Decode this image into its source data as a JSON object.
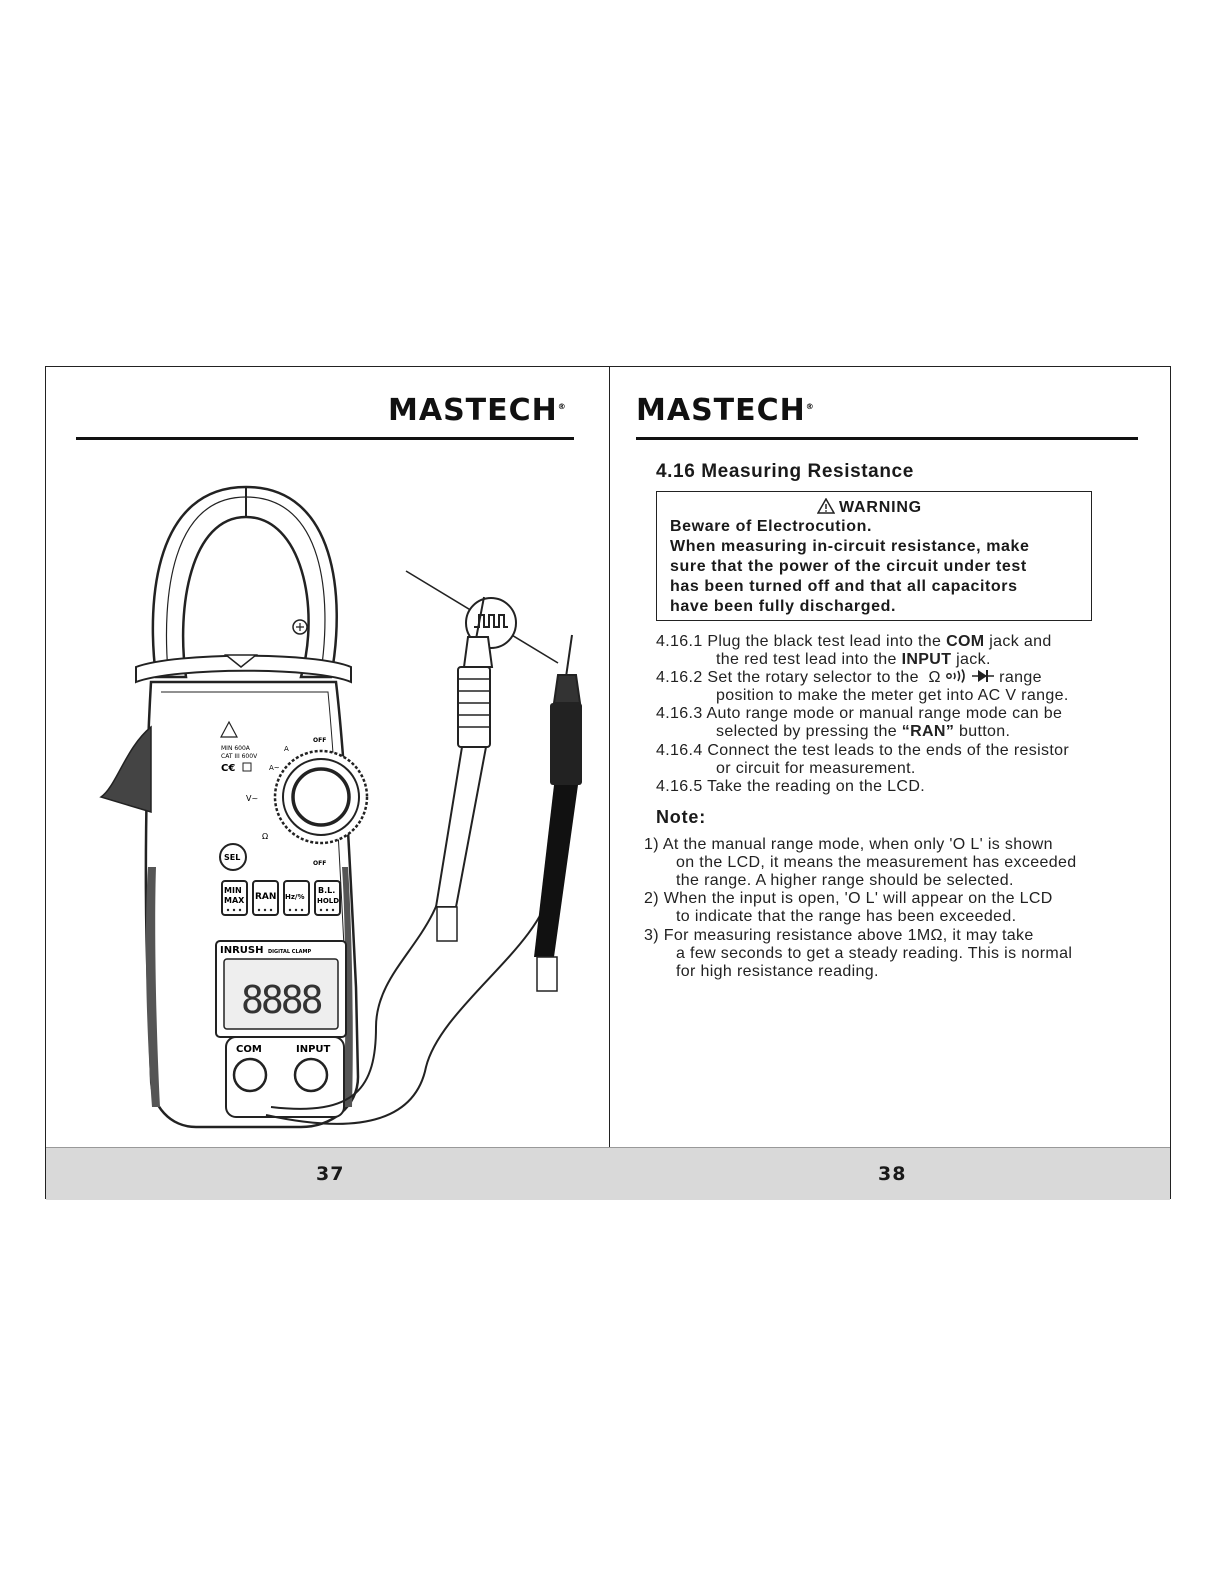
{
  "brand": {
    "name": "MASTECH",
    "mark": "®"
  },
  "left_page": {
    "number": "37",
    "meter": {
      "warn_lines": [
        "MIN 600A",
        "CAT III 600V"
      ],
      "dial": {
        "off_top": "OFF",
        "off_bottom": "OFF",
        "a_dc": "A",
        "a_ac": "A~",
        "v": "V~",
        "ohm": "Ω"
      },
      "sel_button": "SEL",
      "buttons": [
        {
          "line1": "MIN",
          "line2": "MAX"
        },
        {
          "line1": "RAN",
          "line2": ""
        },
        {
          "line1": "Hz/%",
          "line2": ""
        },
        {
          "line1": "B.L.",
          "line2": "HOLD"
        }
      ],
      "lcd_title": "INRUSH",
      "lcd_subtitle": "DIGITAL CLAMP",
      "lcd_digits": "8888",
      "jacks": {
        "com": "COM",
        "input": "INPUT"
      }
    }
  },
  "right_page": {
    "number": "38",
    "title": "4.16 Measuring Resistance",
    "warning": {
      "heading": "WARNING",
      "lines": [
        "Beware of Electrocution.",
        "When measuring in-circuit resistance, make",
        "sure that the power of the circuit under test",
        "has been turned off and that all capacitors",
        "have been fully discharged."
      ]
    },
    "steps": {
      "s1_a": "4.16.1 Plug the black test lead into the ",
      "s1_b": "COM",
      "s1_c": " jack and",
      "s1_d": "the red test lead into the ",
      "s1_e": "INPUT",
      "s1_f": " jack.",
      "s2_a": "4.16.2 Set the rotary selector to the",
      "s2_sym": "Ω",
      "s2_b": "range",
      "s2_c": "position to make the meter get into AC V range.",
      "s3_a": "4.16.3 Auto range mode or manual range mode can be",
      "s3_b": "selected by pressing the ",
      "s3_c": "“RAN”",
      "s3_d": " button.",
      "s4_a": "4.16.4 Connect the test leads to the ends of the resistor",
      "s4_b": "or circuit for measurement.",
      "s5": "4.16.5 Take the reading on the LCD."
    },
    "note_title": "Note:",
    "notes": [
      "1) At the manual range mode, when only 'O L' is shown",
      "on the LCD, it means the measurement has exceeded",
      "the range. A higher range should be selected.",
      "2) When the input is open, 'O L' will appear on the LCD",
      "to indicate that the range has been exceeded.",
      "3) For measuring resistance above 1MΩ, it may take",
      "a few seconds to get a steady reading. This is normal",
      "for high resistance reading."
    ]
  }
}
